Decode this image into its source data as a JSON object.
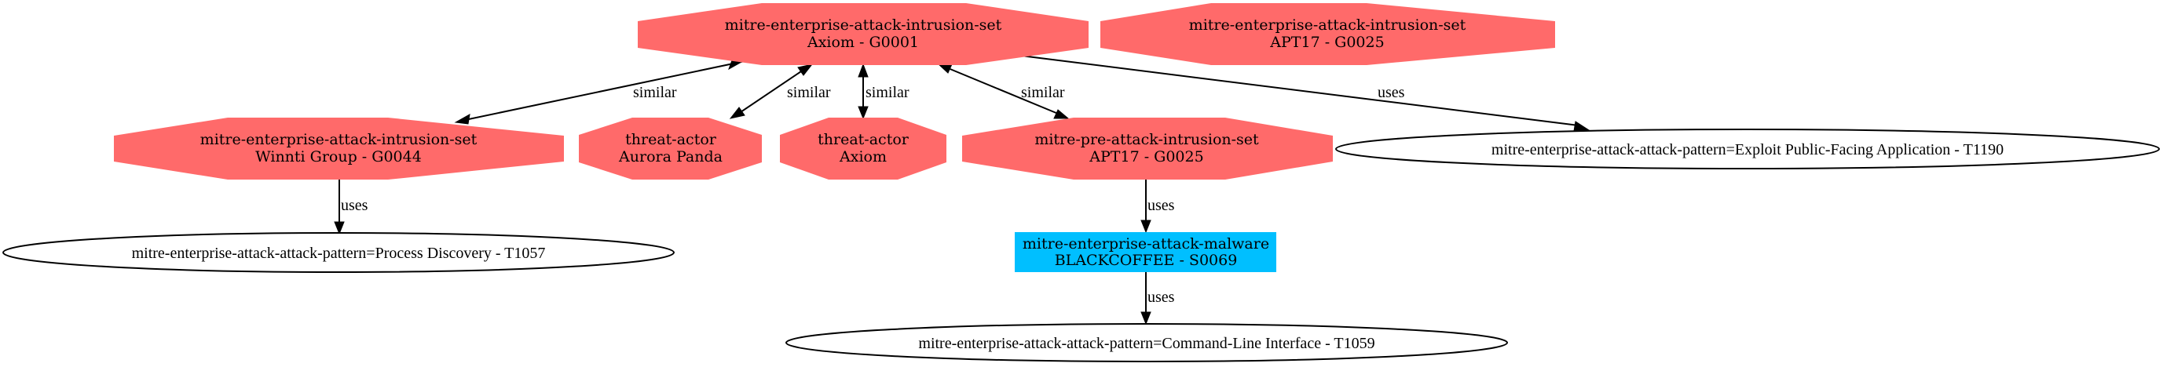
{
  "colors": {
    "intrusion_set": "#ff6a6a",
    "malware": "#00bfff",
    "attack_pattern_fill": "#ffffff",
    "edge": "#000000"
  },
  "nodes": {
    "axiom_g0001": {
      "type": "mitre-enterprise-attack-intrusion-set",
      "name": "Axiom - G0001",
      "shape": "octagon"
    },
    "apt17_top": {
      "type": "mitre-enterprise-attack-intrusion-set",
      "name": "APT17 - G0025",
      "shape": "octagon"
    },
    "winnti": {
      "type": "mitre-enterprise-attack-intrusion-set",
      "name": "Winnti Group - G0044",
      "shape": "octagon"
    },
    "aurora_panda": {
      "type": "threat-actor",
      "name": "Aurora Panda",
      "shape": "octagon"
    },
    "axiom_actor": {
      "type": "threat-actor",
      "name": "Axiom",
      "shape": "octagon"
    },
    "apt17_pre": {
      "type": "mitre-pre-attack-intrusion-set",
      "name": "APT17 - G0025",
      "shape": "octagon"
    },
    "exploit_t1190": {
      "label": "mitre-enterprise-attack-attack-pattern=Exploit Public-Facing Application - T1190",
      "shape": "ellipse"
    },
    "process_t1057": {
      "label": "mitre-enterprise-attack-attack-pattern=Process Discovery - T1057",
      "shape": "ellipse"
    },
    "blackcoffee": {
      "type": "mitre-enterprise-attack-malware",
      "name": "BLACKCOFFEE - S0069",
      "shape": "box"
    },
    "cmdline_t1059": {
      "label": "mitre-enterprise-attack-attack-pattern=Command-Line Interface - T1059",
      "shape": "ellipse"
    }
  },
  "edges": [
    {
      "from": "axiom_g0001",
      "to": "winnti",
      "label": "similar",
      "direction": "both"
    },
    {
      "from": "axiom_g0001",
      "to": "aurora_panda",
      "label": "similar",
      "direction": "both"
    },
    {
      "from": "axiom_g0001",
      "to": "axiom_actor",
      "label": "similar",
      "direction": "both"
    },
    {
      "from": "axiom_g0001",
      "to": "apt17_pre",
      "label": "similar",
      "direction": "both"
    },
    {
      "from": "axiom_g0001",
      "to": "exploit_t1190",
      "label": "uses",
      "direction": "forward"
    },
    {
      "from": "winnti",
      "to": "process_t1057",
      "label": "uses",
      "direction": "forward"
    },
    {
      "from": "apt17_pre",
      "to": "blackcoffee",
      "label": "uses",
      "direction": "forward"
    },
    {
      "from": "blackcoffee",
      "to": "cmdline_t1059",
      "label": "uses",
      "direction": "forward"
    }
  ]
}
